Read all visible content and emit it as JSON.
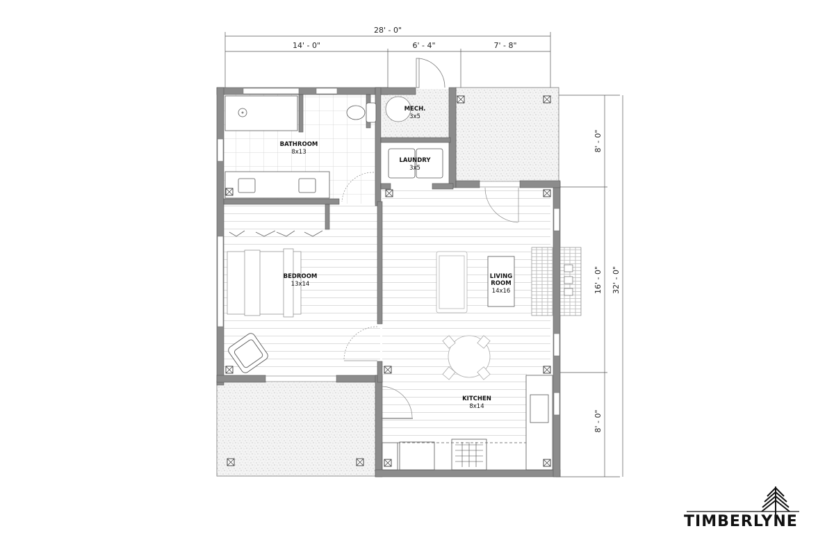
{
  "plan": {
    "dimensions": {
      "overall_width": "28' - 0\"",
      "segment_left": "14' - 0\"",
      "segment_mid": "6' - 4\"",
      "segment_right": "7' - 8\"",
      "overall_depth": "32' - 0\"",
      "depth_top": "8' - 0\"",
      "depth_mid": "16' - 0\"",
      "depth_bottom": "8' - 0\""
    },
    "rooms": {
      "bathroom": {
        "name": "BATHROOM",
        "size": "8x13"
      },
      "mech": {
        "name": "MECH.",
        "size": "3x5"
      },
      "laundry": {
        "name": "LAUNDRY",
        "size": "3x5"
      },
      "bedroom": {
        "name": "BEDROOM",
        "size": "13x14"
      },
      "living": {
        "name1": "LIVING",
        "name2": "ROOM",
        "size": "14x16"
      },
      "kitchen": {
        "name": "KITCHEN",
        "size": "8x14"
      }
    },
    "colors": {
      "wall": "#8c8c8c",
      "wall_edge": "#555555",
      "floor_line": "#d6d6d6",
      "patio": "#f2f2f2"
    }
  },
  "brand": {
    "name": "TIMBERLYNE"
  }
}
